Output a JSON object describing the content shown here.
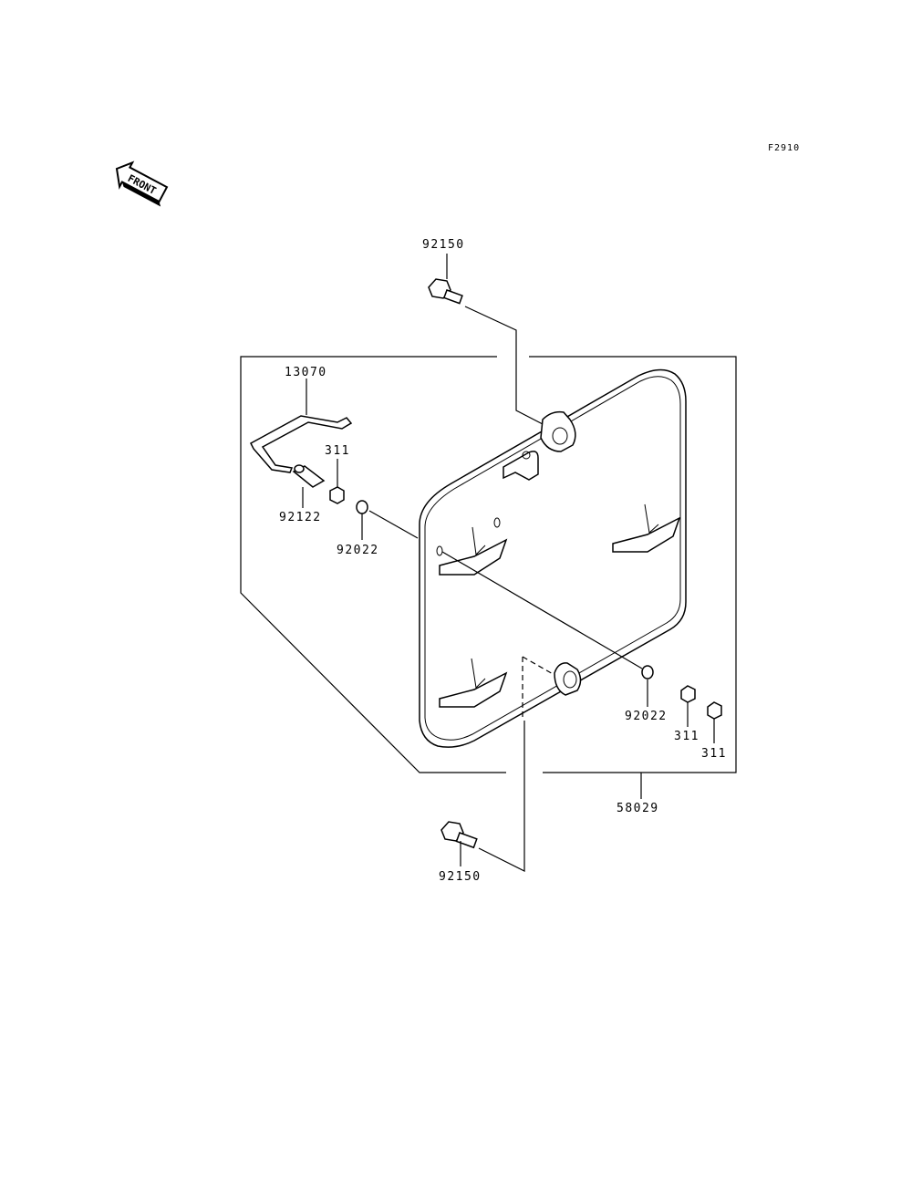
{
  "figure_code": "F2910",
  "front_label": "FRONT",
  "labels": {
    "bolt_top": "92150",
    "bracket": "13070",
    "nut_top": "311",
    "collar": "92122",
    "washer_left": "92022",
    "washer_right": "92022",
    "nut_right_a": "311",
    "nut_right_b": "311",
    "plate": "58029",
    "bolt_bottom": "92150"
  }
}
